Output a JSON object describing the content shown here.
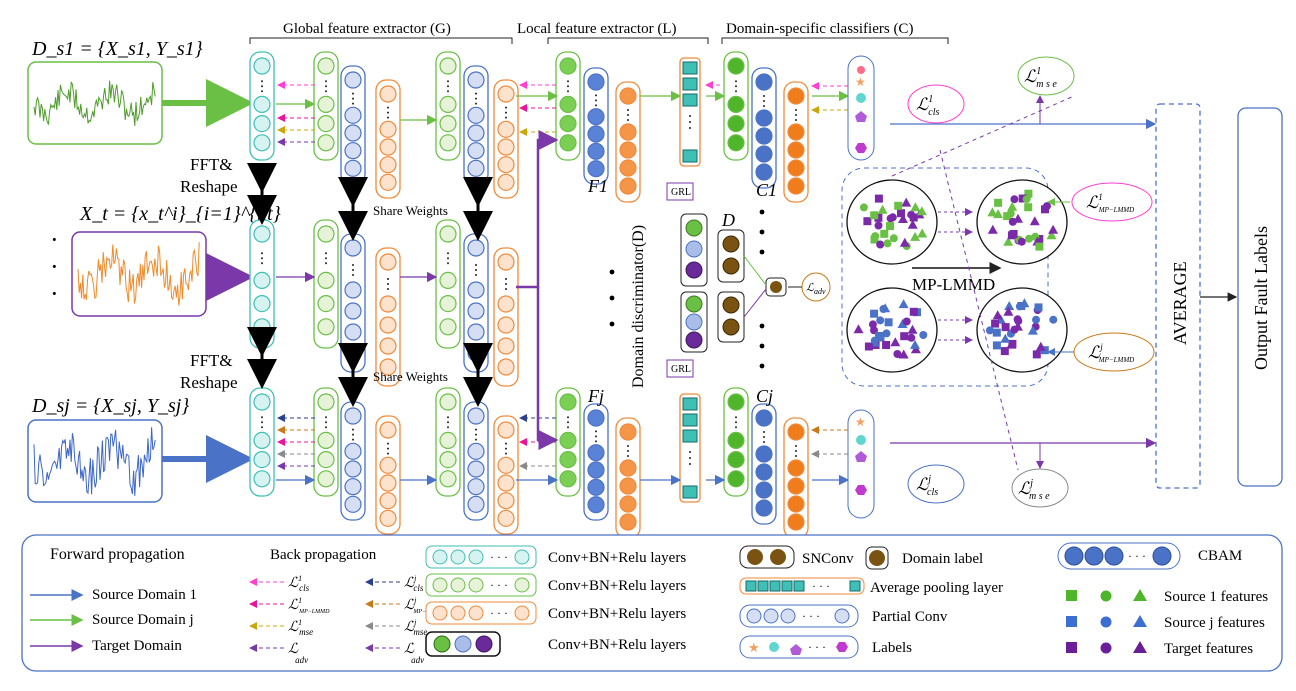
{
  "colors": {
    "teal": "#3fbfb5",
    "teal_fill": "#d6f3f1",
    "green": "#6abf45",
    "green_fill": "#e6f3d9",
    "blue": "#4a72c6",
    "blue_fill": "#d6def4",
    "orange": "#ef8a3a",
    "orange_fill": "#fde2cd",
    "purple": "#7a38a8",
    "brown": "#6b4a10",
    "pink": "#ff3fd0",
    "magenta": "#e8159a",
    "yellow": "#c9a80b",
    "grey": "#8a8a8a",
    "dashed_blue": "#4a72c6"
  },
  "sections": {
    "global": "Global feature extractor (G)",
    "local": "Local feature extractor (L)",
    "classifiers": "Domain-specific classifiers (C)"
  },
  "inputs": {
    "source1": "D_s1 = {X_s1, Y_s1}",
    "target": "X_t = {x_t^i}_{i=1}^{nt}",
    "sourcej": "D_sj = {X_sj, Y_sj}",
    "fft1": "FFT&",
    "reshape1": "Reshape",
    "fft2": "FFT&",
    "reshape2": "Reshape"
  },
  "labels": {
    "share_weights_1": "Share Weights",
    "share_weights_2": "Share Weights",
    "F1": "F1",
    "Fj": "Fj",
    "C1": "C1",
    "Cj": "Cj",
    "D": "D",
    "grl1": "GRL",
    "grl2": "GRL",
    "domain_discriminator": "Domain discriminator(D)",
    "mp_lmmd": "MP-LMMD",
    "average": "AVERAGE",
    "output": "Output Fault Labels",
    "loss_cls_1": "L_cls^1",
    "loss_cls_j": "L_cls^j",
    "loss_mse_1": "L_mse^1",
    "loss_mse_j": "L_mse^j",
    "loss_mp_1": "L_MP-LMMD^1",
    "loss_mp_j": "L_MP-LMMD^j",
    "loss_adv": "L_adv"
  },
  "legend": {
    "forward_title": "Forward propagation",
    "forward_items": [
      "Source Domain 1",
      "Source Domain j",
      "Target  Domain"
    ],
    "back_title": "Back propagation",
    "back_items": [
      "L_cls^1",
      "L_cls^j",
      "L_MP-LMMD^1",
      "L_MP-LMMD^j",
      "L_mse^1",
      "L_mse^j",
      "L_adv",
      "L_adv"
    ],
    "layer_items": [
      "Conv+BN+Relu layers",
      "Conv+BN+Relu layers",
      "Conv+BN+Relu layers",
      "Conv+BN+Relu layers"
    ],
    "snconv": "SNConv",
    "domain_label": "Domain label",
    "avg_pool": "Average pooling layer",
    "partial_conv": "Partial Conv",
    "labels_item": "Labels",
    "cbam": "CBAM",
    "feat_items": [
      "Source 1 features",
      "Source j  features",
      "Target      features"
    ]
  }
}
